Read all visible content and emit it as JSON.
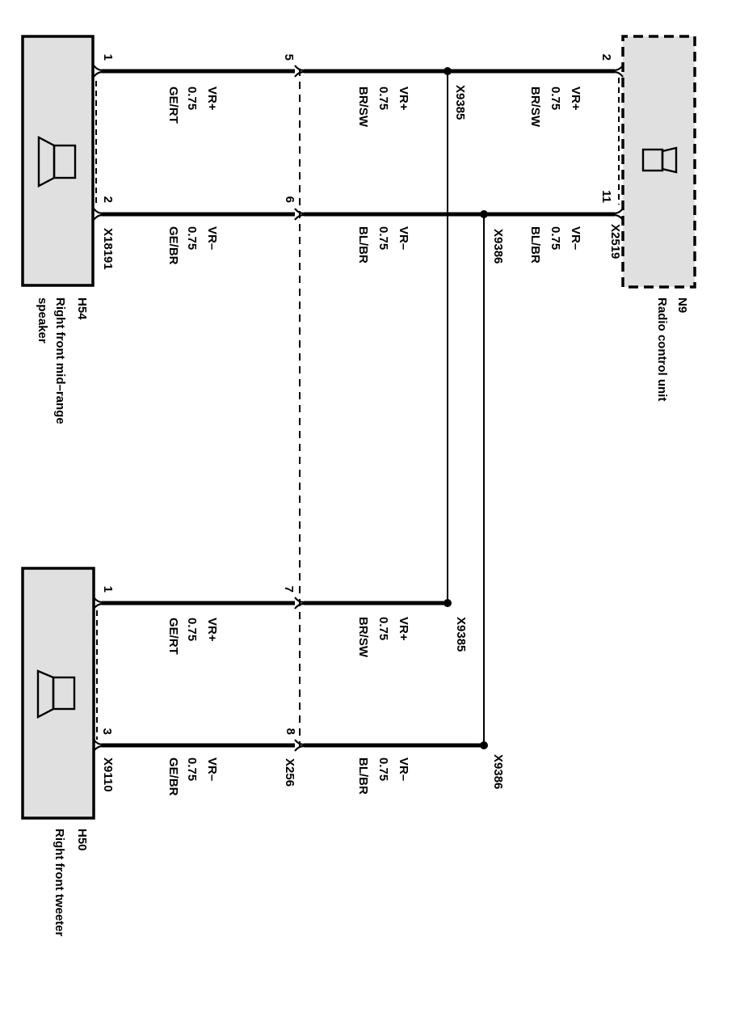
{
  "colors": {
    "background": "#ffffff",
    "box_fill": "#e0e0e0",
    "line": "#000000"
  },
  "devices": {
    "n9": {
      "code": "N9",
      "name": "Radio control unit",
      "connector": "X2519",
      "pin_vr_plus": "2",
      "pin_vr_minus": "11"
    },
    "h54": {
      "code": "H54",
      "name_line1": "Right front mid–range",
      "name_line2": "speaker",
      "connector": "X18191",
      "pin_vr_plus": "1",
      "pin_vr_minus": "2"
    },
    "h50": {
      "code": "H50",
      "name": "Right front tweeter",
      "connector": "X9110",
      "pin_vr_plus": "1",
      "pin_vr_minus": "3"
    }
  },
  "inline_connector": {
    "code": "X256",
    "pin_5": "5",
    "pin_6": "6",
    "pin_7": "7",
    "pin_8": "8"
  },
  "junctions": {
    "vr_plus": "X9385",
    "vr_minus": "X9386"
  },
  "wires": {
    "n9_vr_plus": {
      "signal": "VR+",
      "size": "0.75",
      "color": "BR/SW"
    },
    "n9_vr_minus": {
      "signal": "VR–",
      "size": "0.75",
      "color": "BL/BR"
    },
    "mid_vr_plus": {
      "signal": "VR+",
      "size": "0.75",
      "color": "BR/SW"
    },
    "mid_vr_minus": {
      "signal": "VR–",
      "size": "0.75",
      "color": "BL/BR"
    },
    "tweeter_vr_plus": {
      "signal": "VR+",
      "size": "0.75",
      "color": "BR/SW"
    },
    "tweeter_vr_minus": {
      "signal": "VR–",
      "size": "0.75",
      "color": "BL/BR"
    },
    "h54_vr_plus": {
      "signal": "VR+",
      "size": "0.75",
      "color": "GE/RT"
    },
    "h54_vr_minus": {
      "signal": "VR–",
      "size": "0.75",
      "color": "GE/BR"
    },
    "h50_vr_plus": {
      "signal": "VR+",
      "size": "0.75",
      "color": "GE/RT"
    },
    "h50_vr_minus": {
      "signal": "VR–",
      "size": "0.75",
      "color": "GE/BR"
    }
  }
}
